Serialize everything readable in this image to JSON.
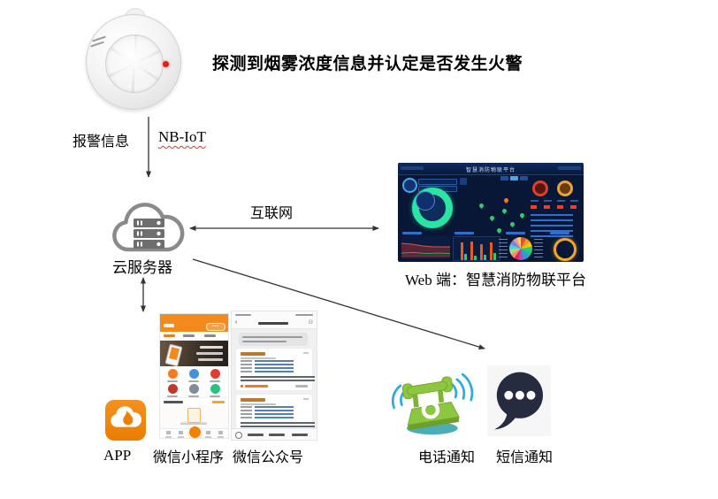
{
  "header": {
    "title": "探测到烟雾浓度信息并认定是否发生火警"
  },
  "detector": {
    "alarm_label": "报警信息",
    "network_label": "NB-IoT"
  },
  "cloud": {
    "label": "云服务器"
  },
  "internet": {
    "label": "互联网"
  },
  "web": {
    "caption": "Web 端：智慧消防物联平台",
    "dashboard_title": "智慧消防物联平台"
  },
  "channels": {
    "app": {
      "label": "APP"
    },
    "miniprogram": {
      "label": "微信小程序"
    },
    "official_account": {
      "label": "微信公众号"
    },
    "phone": {
      "label": "电话通知"
    },
    "sms": {
      "label": "短信通知"
    }
  },
  "colors": {
    "accent_orange": "#F08200",
    "wechat_orange": "#F28A1D",
    "dashboard_bg": "#081735",
    "donut_green": "#2BE3A2",
    "phone_green": "#8DC63F",
    "wave_blue": "#29ABE2",
    "bubble_navy": "#262B3F",
    "spellcheck_red": "#FF2A2A",
    "link_blue": "#4F81BD"
  }
}
